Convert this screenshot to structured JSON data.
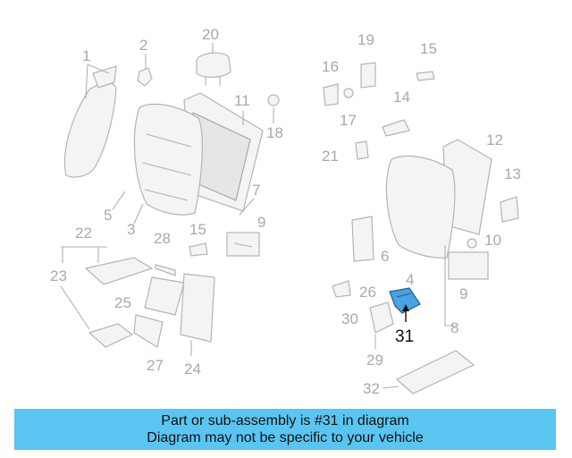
{
  "diagram": {
    "highlight_color": "#4aa3e0",
    "callouts": {
      "c1": "1",
      "c2": "2",
      "c3": "3",
      "c4": "4",
      "c5": "5",
      "c6": "6",
      "c7": "7",
      "c8": "8",
      "c9a": "9",
      "c9b": "9",
      "c10": "10",
      "c11": "11",
      "c12": "12",
      "c13": "13",
      "c14": "14",
      "c15a": "15",
      "c15b": "15",
      "c16": "16",
      "c17": "17",
      "c18": "18",
      "c19": "19",
      "c20": "20",
      "c21": "21",
      "c22": "22",
      "c23": "23",
      "c24": "24",
      "c25": "25",
      "c26": "26",
      "c27": "27",
      "c28": "28",
      "c29": "29",
      "c30": "30",
      "c31": "31",
      "c32": "32"
    }
  },
  "banner": {
    "line1": "Part or sub-assembly is #31 in diagram",
    "line2": "Diagram may not be specific to your vehicle",
    "background": "#5bc5f2"
  }
}
